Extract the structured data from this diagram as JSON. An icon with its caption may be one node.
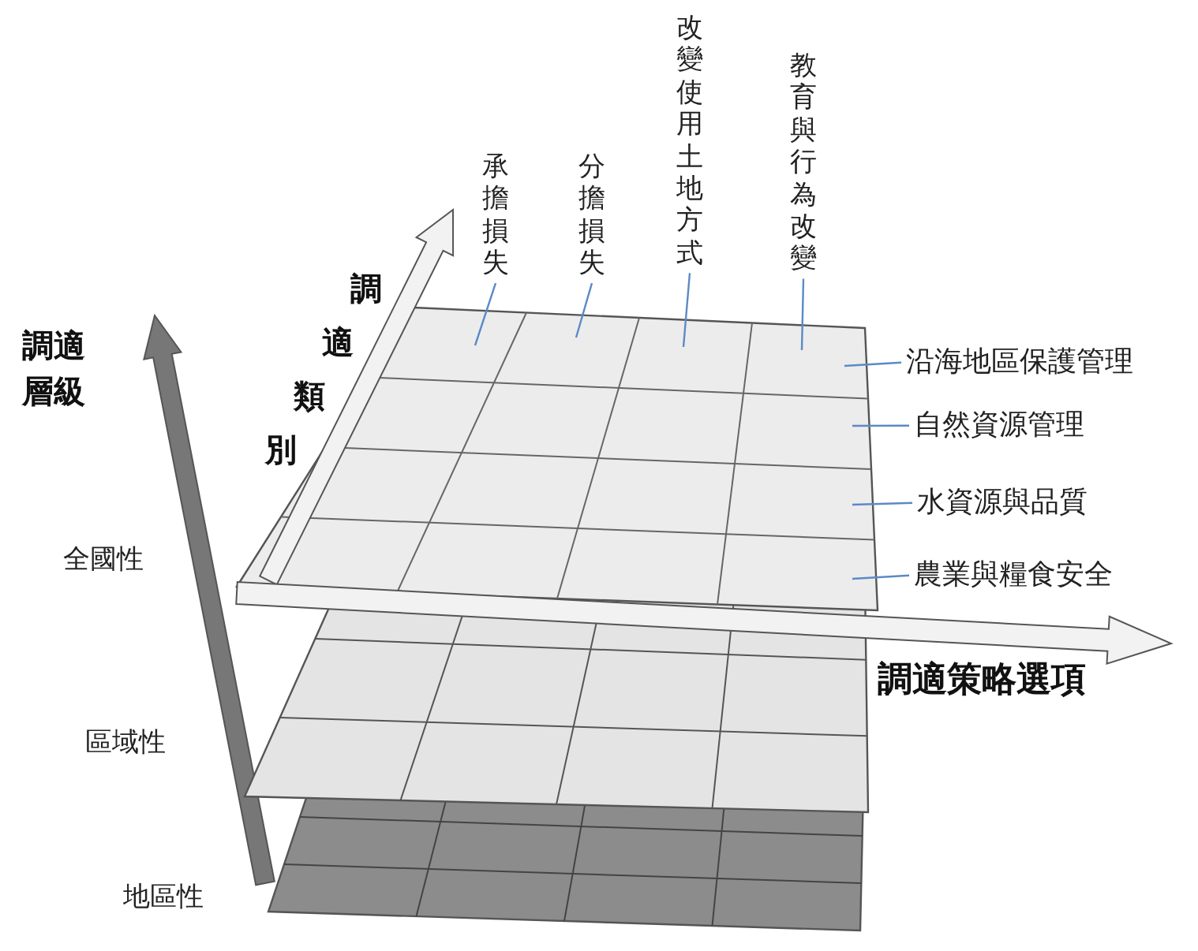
{
  "diagram": {
    "nodes": [
      {
        "text": [
          "承擔損失"
        ]
      },
      {
        "text": [
          "分擔損失"
        ]
      },
      {
        "text": [
          "改變使用土地方式"
        ]
      },
      {
        "text": [
          "教育與行為改變"
        ]
      },
      {
        "text": [
          "沿海地區保護管理"
        ]
      },
      {
        "text": [
          "自然資源管理"
        ]
      },
      {
        "text": [
          "水資源與品質"
        ]
      },
      {
        "text": [
          "農業與糧食安全"
        ]
      }
    ],
    "edges": [
      {
        "from": 0,
        "to": null,
        "arrow": "none"
      },
      {
        "from": 1,
        "to": null,
        "arrow": "none"
      },
      {
        "from": 2,
        "to": null,
        "arrow": "none"
      },
      {
        "from": 3,
        "to": null,
        "arrow": "none"
      },
      {
        "from": 4,
        "to": null,
        "arrow": "none"
      },
      {
        "from": 5,
        "to": null,
        "arrow": "none"
      },
      {
        "from": 6,
        "to": null,
        "arrow": "none"
      },
      {
        "from": 7,
        "to": null,
        "arrow": "none"
      }
    ],
    "labels": [
      "調適類別",
      "調適層級",
      "全國性",
      "調適策略選項",
      "區域性",
      "地區性"
    ]
  }
}
